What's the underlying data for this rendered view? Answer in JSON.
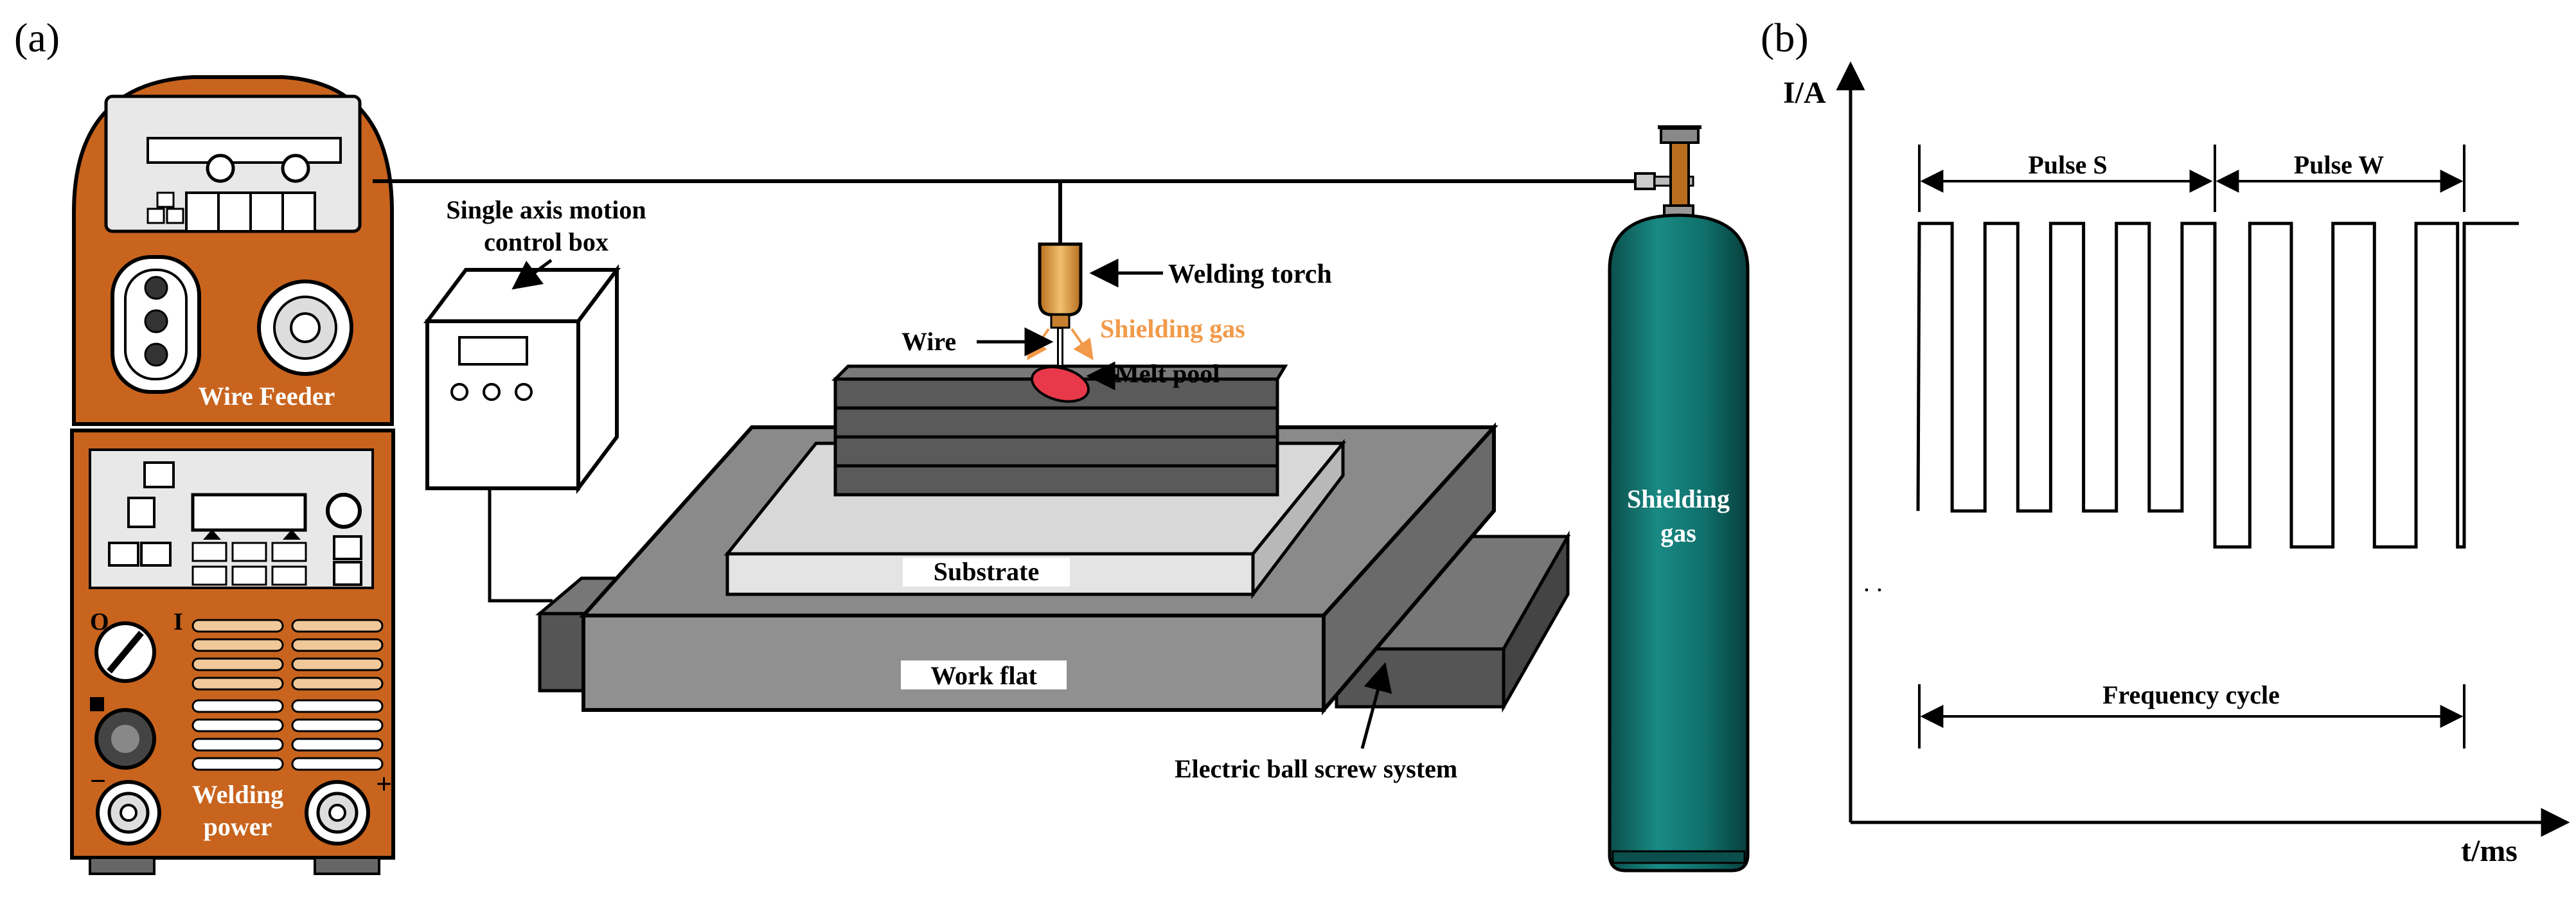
{
  "panel_a": {
    "label": "(a)",
    "welder": {
      "feeder_label": "Wire Feeder",
      "power_label_1": "Welding",
      "power_label_2": "power"
    },
    "control_box_label_1": "Single axis motion",
    "control_box_label_2": "control box",
    "torch_label": "Welding torch",
    "shielding_gas_label": "Shielding gas",
    "wire_label": "Wire",
    "melt_pool_label": "Melt pool",
    "substrate_label": "Substrate",
    "work_flat_label": "Work flat",
    "ball_screw_label": "Electric ball screw system",
    "cylinder_label_1": "Shielding",
    "cylinder_label_2": "gas",
    "colors": {
      "welder_orange": "#c8641e",
      "cylinder_teal": "#0f6e6a",
      "shielding_gas_text": "#f29a4a",
      "melt_pool": "#e8394a",
      "torch_gold": "#e0a24a"
    }
  },
  "panel_b": {
    "label": "(b)",
    "y_axis_label": "I/A",
    "x_axis_label": "t/ms",
    "pulse_s_label": "Pulse S",
    "pulse_w_label": "Pulse W",
    "frequency_label": "Frequency cycle",
    "baseline_mark": ". ."
  },
  "chart_data": {
    "type": "line",
    "title": "",
    "xlabel": "t/ms",
    "ylabel": "I/A",
    "grid": false,
    "segments": [
      {
        "name": "Pulse S",
        "pulses": 5,
        "peak_level": 1.0,
        "base_level": 0.52
      },
      {
        "name": "Pulse W",
        "pulses": 3,
        "peak_level": 1.0,
        "base_level": 0.46
      }
    ],
    "annotations": [
      "Pulse S",
      "Pulse W",
      "Frequency cycle"
    ]
  }
}
